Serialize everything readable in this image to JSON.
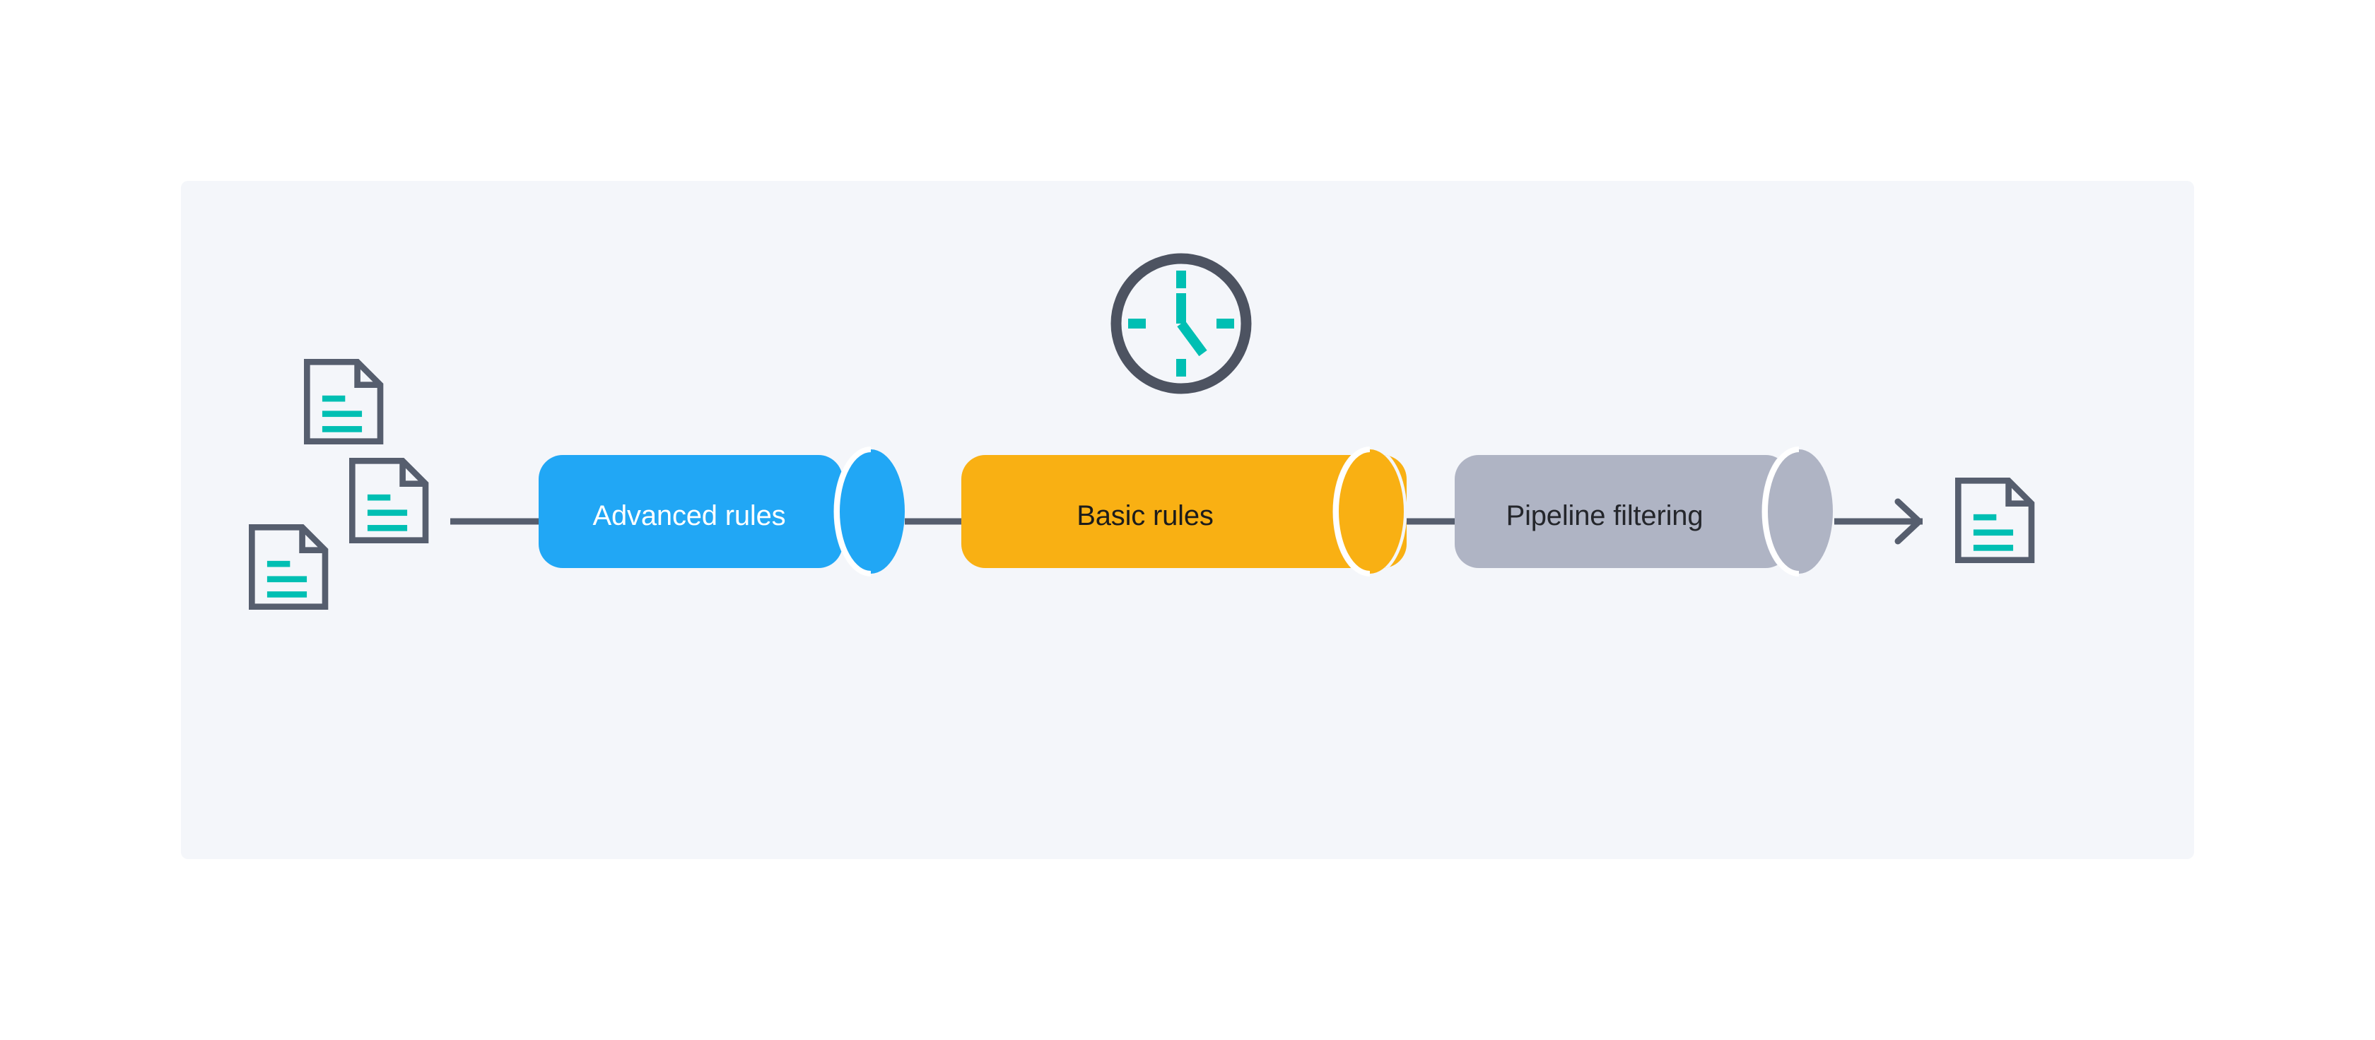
{
  "diagram": {
    "type": "pipeline-flow",
    "title": "",
    "background_color": "#ffffff",
    "panel_color": "#f4f6fa",
    "stroke_color": "#565e6e",
    "accent_teal": "#00bfb3",
    "nodes": [
      {
        "id": "advanced-rules",
        "label": "Advanced rules",
        "shape": "cylinder",
        "fill": "#21a7f5",
        "text_color": "#ffffff",
        "order": 1
      },
      {
        "id": "basic-rules",
        "label": "Basic rules",
        "shape": "cylinder",
        "fill": "#f9b013",
        "text_color": "#1c1c1c",
        "order": 2
      },
      {
        "id": "pipeline-filtering",
        "label": "Pipeline filtering",
        "shape": "cylinder",
        "fill": "#afb4c4",
        "text_color": "#24262b",
        "order": 3
      }
    ],
    "icons": [
      {
        "id": "input-document-1",
        "name": "document-icon",
        "role": "input"
      },
      {
        "id": "input-document-2",
        "name": "document-icon",
        "role": "input"
      },
      {
        "id": "input-document-3",
        "name": "document-icon",
        "role": "input"
      },
      {
        "id": "schedule-clock",
        "name": "clock-icon",
        "role": "schedule"
      },
      {
        "id": "output-document",
        "name": "document-icon",
        "role": "output"
      }
    ],
    "connectors": [
      {
        "id": "conn-input-to-advanced",
        "from": "inputs",
        "to": "advanced-rules",
        "arrow": false
      },
      {
        "id": "conn-advanced-to-basic",
        "from": "advanced-rules",
        "to": "basic-rules",
        "arrow": false
      },
      {
        "id": "conn-basic-to-pipeline",
        "from": "basic-rules",
        "to": "pipeline-filtering",
        "arrow": false
      },
      {
        "id": "conn-pipeline-to-output",
        "from": "pipeline-filtering",
        "to": "output-document",
        "arrow": true
      }
    ]
  }
}
